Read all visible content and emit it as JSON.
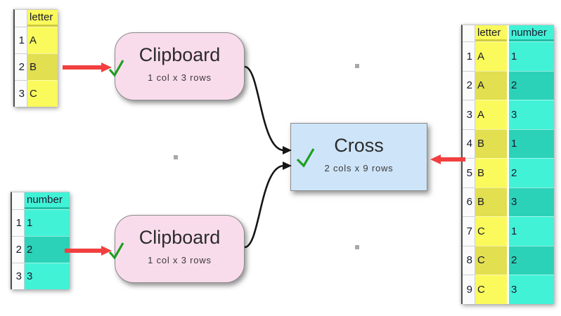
{
  "colors": {
    "yellow": "#FAFA5C",
    "yellow_dark": "#E2DF50",
    "yellow_line": "#CFCB3F",
    "teal": "#41F2D7",
    "teal_dark": "#2BD2B8",
    "teal_line": "#1FBFA6",
    "pink": "#F9DCEC",
    "blue": "#CEE4F8",
    "node_border": "#8A8A8A",
    "green": "#1E9E22",
    "red": "#F23F3F",
    "connector": "#151515",
    "dot": "#A8A8A8",
    "gutter_bg": "#FBFBFB",
    "grid_line": "#CFCFCF",
    "frame": "#4D4D4D",
    "text": "#1A1A2E"
  },
  "tables": {
    "letters": {
      "header": "letter",
      "rows": [
        [
          "1",
          "A"
        ],
        [
          "2",
          "B"
        ],
        [
          "3",
          "C"
        ]
      ]
    },
    "numbers": {
      "header": "number",
      "rows": [
        [
          "1",
          "1"
        ],
        [
          "2",
          "2"
        ],
        [
          "3",
          "3"
        ]
      ]
    },
    "result": {
      "headers": [
        "letter",
        "number"
      ],
      "rows": [
        [
          "1",
          "A",
          "1"
        ],
        [
          "2",
          "A",
          "2"
        ],
        [
          "3",
          "A",
          "3"
        ],
        [
          "4",
          "B",
          "1"
        ],
        [
          "5",
          "B",
          "2"
        ],
        [
          "6",
          "B",
          "3"
        ],
        [
          "7",
          "C",
          "1"
        ],
        [
          "8",
          "C",
          "2"
        ],
        [
          "9",
          "C",
          "3"
        ]
      ]
    }
  },
  "nodes": {
    "clipboard_top": {
      "title": "Clipboard",
      "status": "1 col x 3 rows"
    },
    "clipboard_bottom": {
      "title": "Clipboard",
      "status": "1 col x 3 rows"
    },
    "cross": {
      "title": "Cross",
      "status": "2 cols x 9 rows"
    }
  }
}
